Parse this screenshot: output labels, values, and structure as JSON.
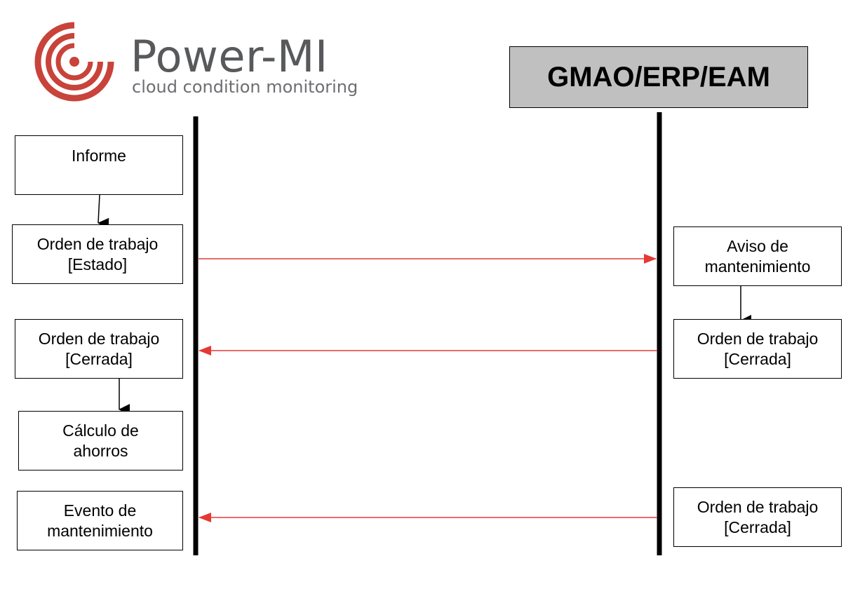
{
  "logo": {
    "name": "Power-MI",
    "tagline": "cloud condition monitoring",
    "color": "#c8433a"
  },
  "header": {
    "title": "GMAO/ERP/EAM",
    "fill": "#c0c0c0"
  },
  "left_column": {
    "informe": "Informe",
    "orden_estado": "Orden de trabajo\n[Estado]",
    "orden_cerrada": "Orden de trabajo\n[Cerrada]",
    "calculo": "Cálculo de\nahorros",
    "evento": "Evento de\nmantenimiento"
  },
  "right_column": {
    "aviso": "Aviso de\nmantenimiento",
    "orden_cerrada_1": "Orden de trabajo\n[Cerrada]",
    "orden_cerrada_2": "Orden de trabajo\n[Cerrada]"
  },
  "colors": {
    "message_arrow": "#e53935",
    "lifeline": "#000000"
  }
}
